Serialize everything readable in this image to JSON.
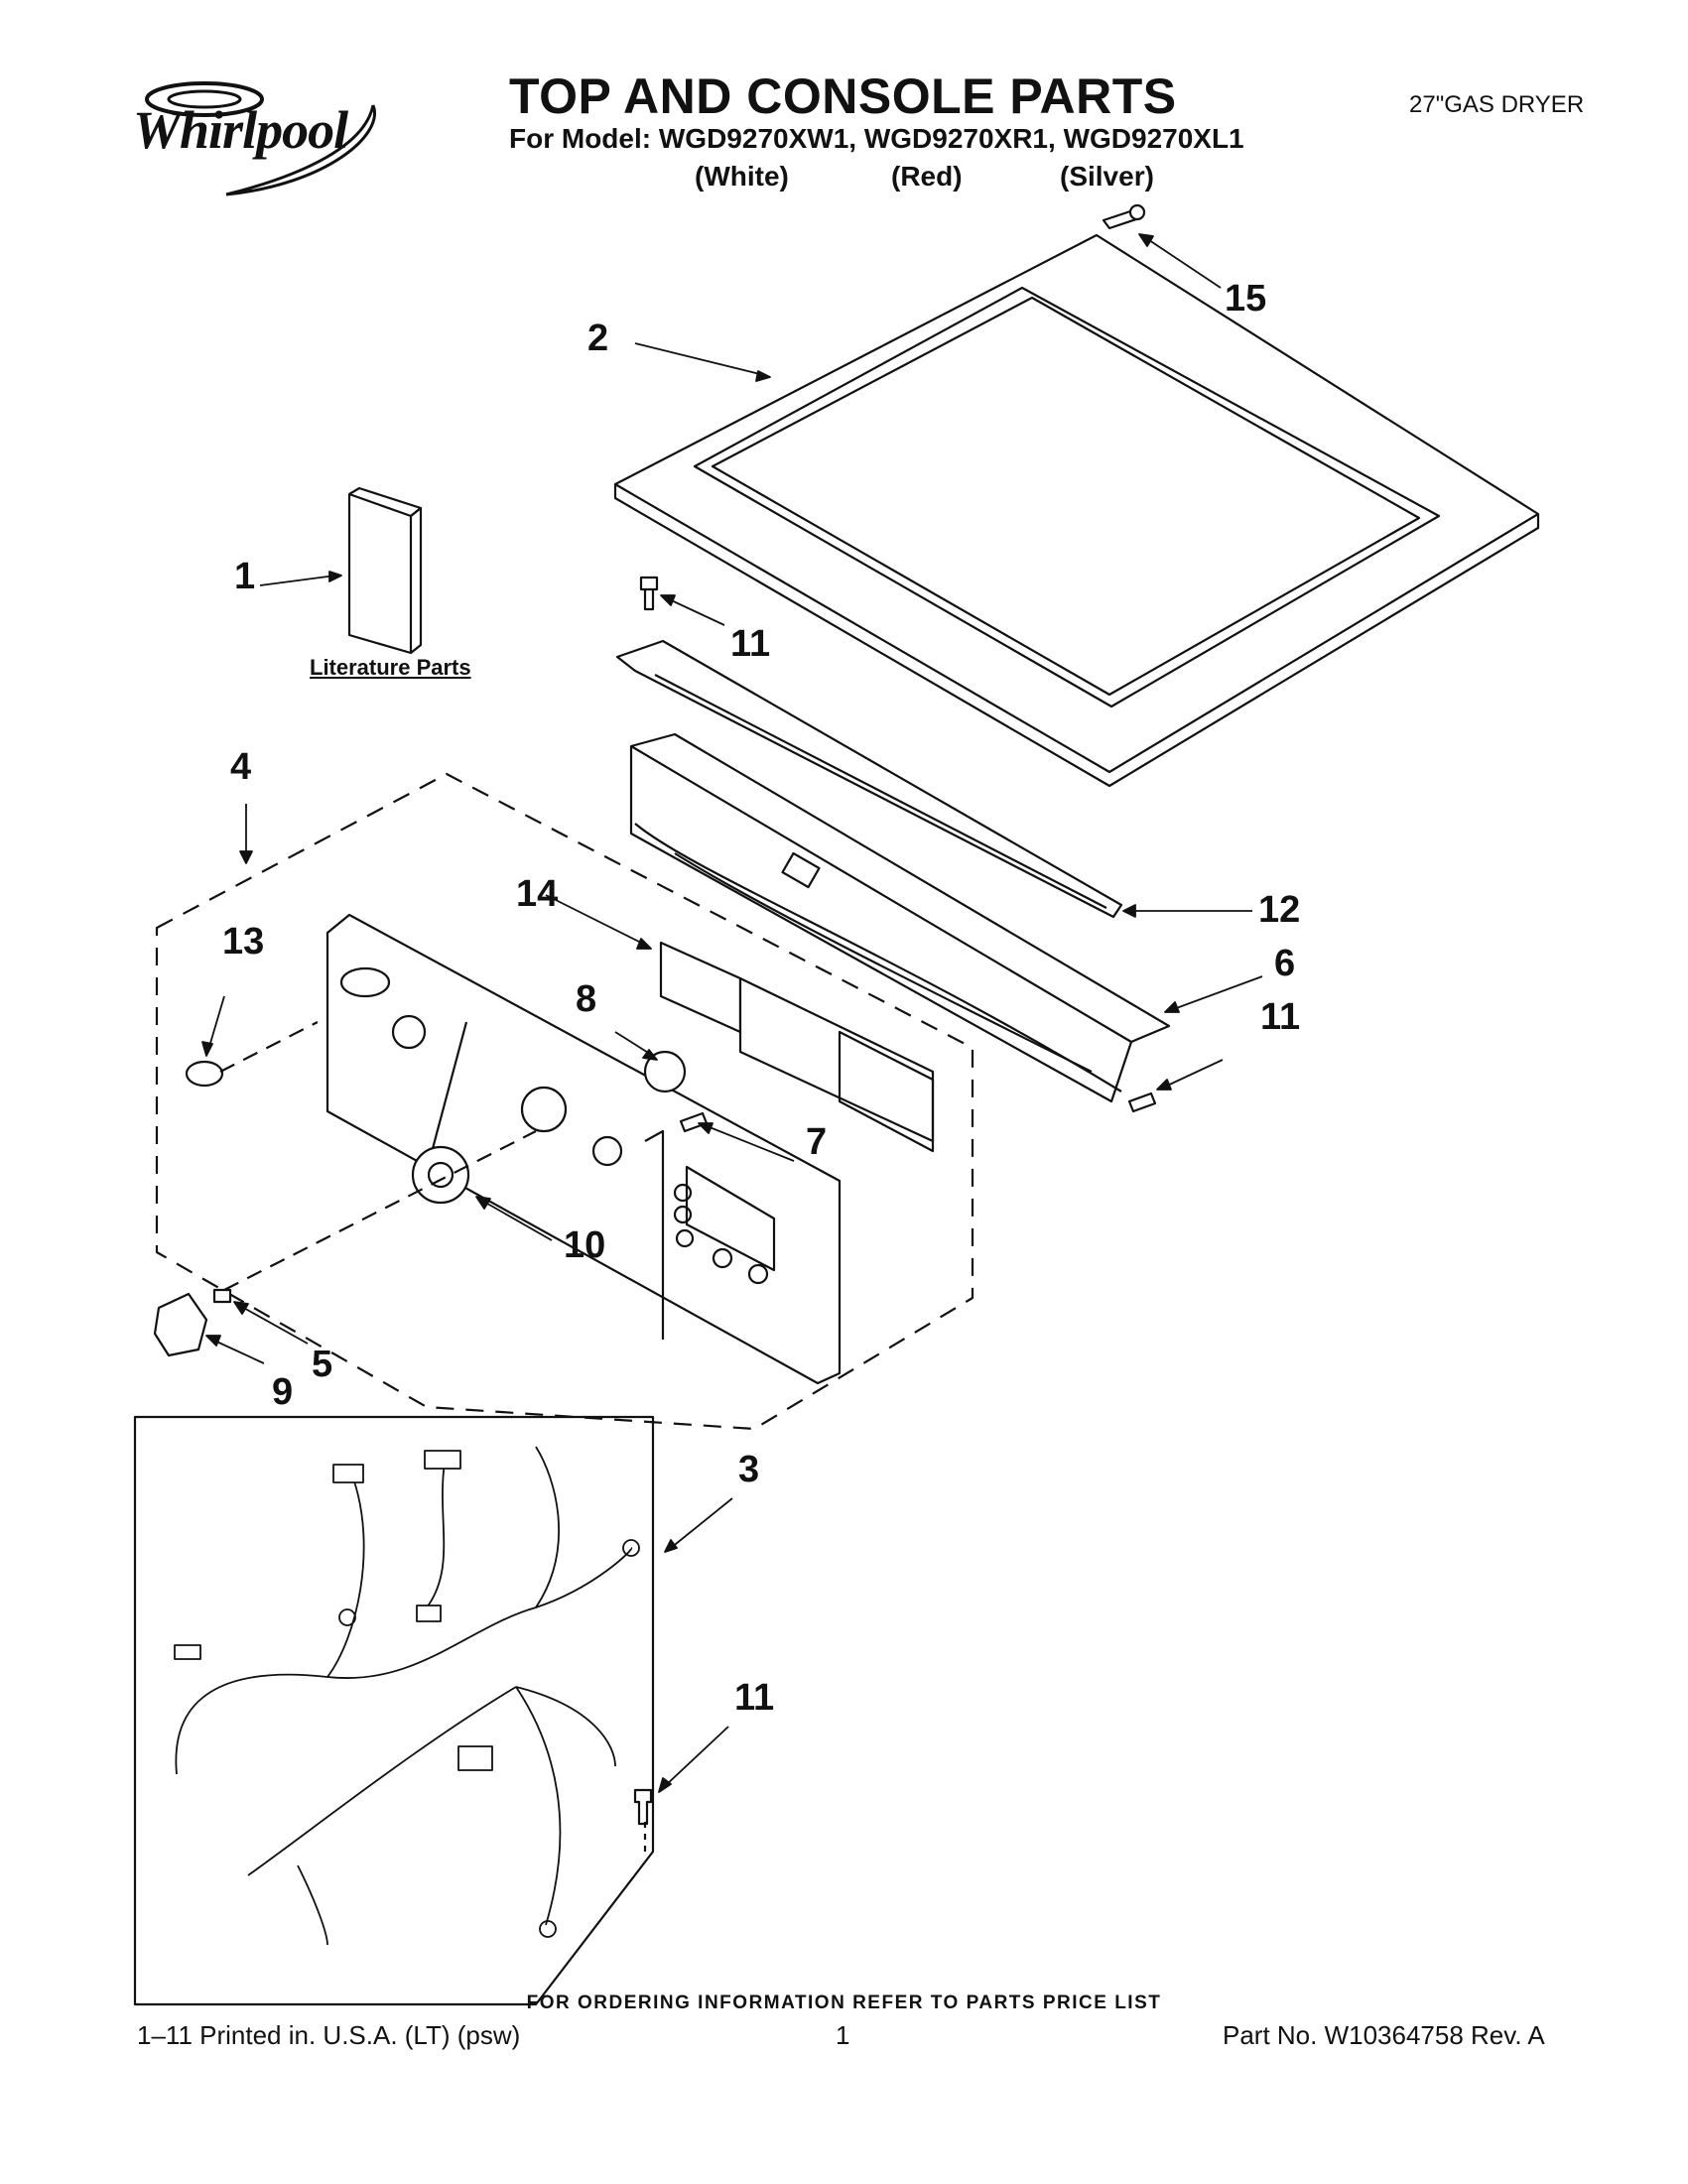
{
  "header": {
    "brand": "Whirlpool",
    "title": "TOP AND CONSOLE PARTS",
    "models_line": "For Model: WGD9270XW1, WGD9270XR1, WGD9270XL1",
    "colors": [
      "(White)",
      "(Red)",
      "(Silver)"
    ],
    "product_type": "27\"GAS DRYER"
  },
  "labels": {
    "literature": "Literature Parts"
  },
  "callouts": {
    "c1": "1",
    "c2": "2",
    "c3": "3",
    "c4": "4",
    "c5": "5",
    "c6": "6",
    "c7": "7",
    "c8": "8",
    "c9": "9",
    "c10": "10",
    "c11a": "11",
    "c11b": "11",
    "c11c": "11",
    "c12": "12",
    "c13": "13",
    "c14": "14",
    "c15": "15"
  },
  "footer": {
    "note": "FOR ORDERING INFORMATION REFER TO PARTS PRICE LIST",
    "printed": "1–11 Printed in. U.S.A. (LT) (psw)",
    "page": "1",
    "part_no": "Part No. W10364758 Rev. A"
  }
}
